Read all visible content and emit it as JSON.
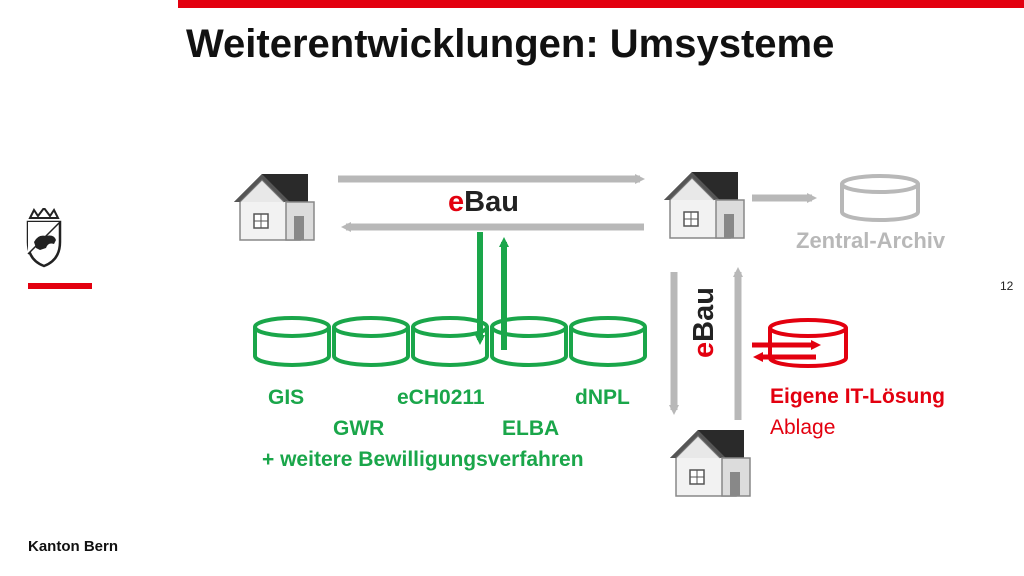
{
  "title": "Weiterentwicklungen: Umsysteme",
  "page_number": "12",
  "footer": "Kanton Bern",
  "ebau": {
    "prefix": "e",
    "suffix": "Bau"
  },
  "archive_label": "Zentral-Archiv",
  "systems": {
    "gis": "GIS",
    "ech": "eCH0211",
    "dnpl": "dNPL",
    "gwr": "GWR",
    "elba": "ELBA",
    "more": "+ weitere Bewilligungsverfahren"
  },
  "own_solution": {
    "title": "Eigene IT-Lösung",
    "subtitle": "Ablage"
  },
  "colors": {
    "red": "#e3000f",
    "green": "#1aa64a",
    "gray": "#b8b8b8",
    "text": "#111111"
  }
}
